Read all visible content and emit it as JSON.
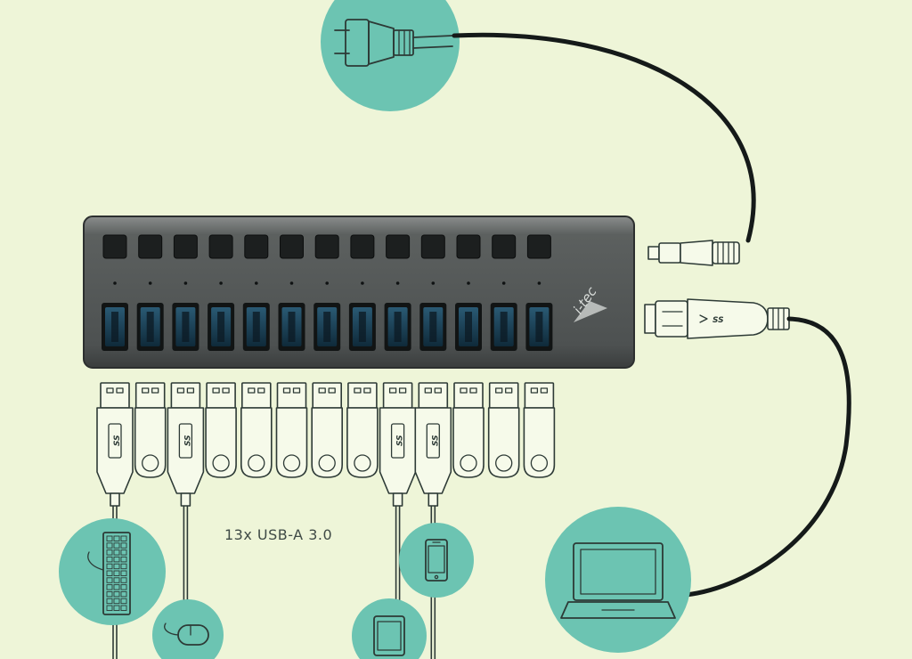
{
  "caption": "13x USB-A 3.0",
  "brand": "i-tec",
  "port_badge": "SS",
  "port_count": 13,
  "plugged_ports": [
    1,
    3,
    9,
    10
  ],
  "devices": [
    "keyboard-icon",
    "mouse-icon",
    "tablet-icon",
    "smartphone-icon",
    "laptop-icon",
    "power-plug-icon"
  ],
  "colors": {
    "background": "#eef5d8",
    "accent_circle": "#6cc4b2",
    "hub_body": "#55595a",
    "usb_port": "#163a4e",
    "cable": "#151a19"
  }
}
